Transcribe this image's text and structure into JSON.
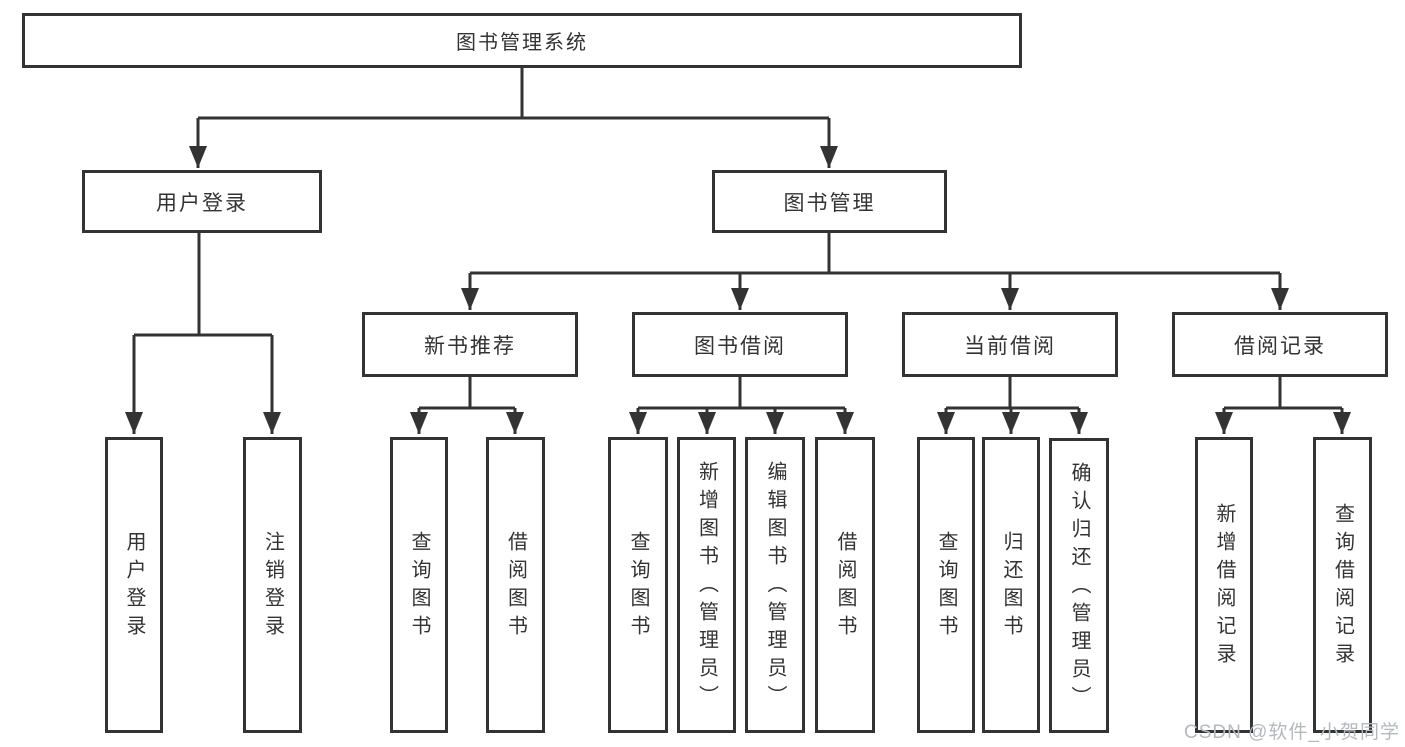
{
  "tree": {
    "label": "图书管理系统",
    "children": [
      {
        "label": "用户登录",
        "children": [
          {
            "label": "用户登录"
          },
          {
            "label": "注销登录"
          }
        ]
      },
      {
        "label": "图书管理",
        "children": [
          {
            "label": "新书推荐",
            "children": [
              {
                "label": "查询图书"
              },
              {
                "label": "借阅图书"
              }
            ]
          },
          {
            "label": "图书借阅",
            "children": [
              {
                "label": "查询图书"
              },
              {
                "label": "新增图书（管理员）"
              },
              {
                "label": "编辑图书（管理员）"
              },
              {
                "label": "借阅图书"
              }
            ]
          },
          {
            "label": "当前借阅",
            "children": [
              {
                "label": "查询图书"
              },
              {
                "label": "归还图书"
              },
              {
                "label": "确认归还（管理员）"
              }
            ]
          },
          {
            "label": "借阅记录",
            "children": [
              {
                "label": "新增借阅记录"
              },
              {
                "label": "查询借阅记录"
              }
            ]
          }
        ]
      }
    ]
  },
  "watermark": "CSDN @软件_小贺同学",
  "colors": {
    "line": "#333333",
    "text": "#333333",
    "background": "#ffffff",
    "watermark": "#b4b8bf"
  }
}
